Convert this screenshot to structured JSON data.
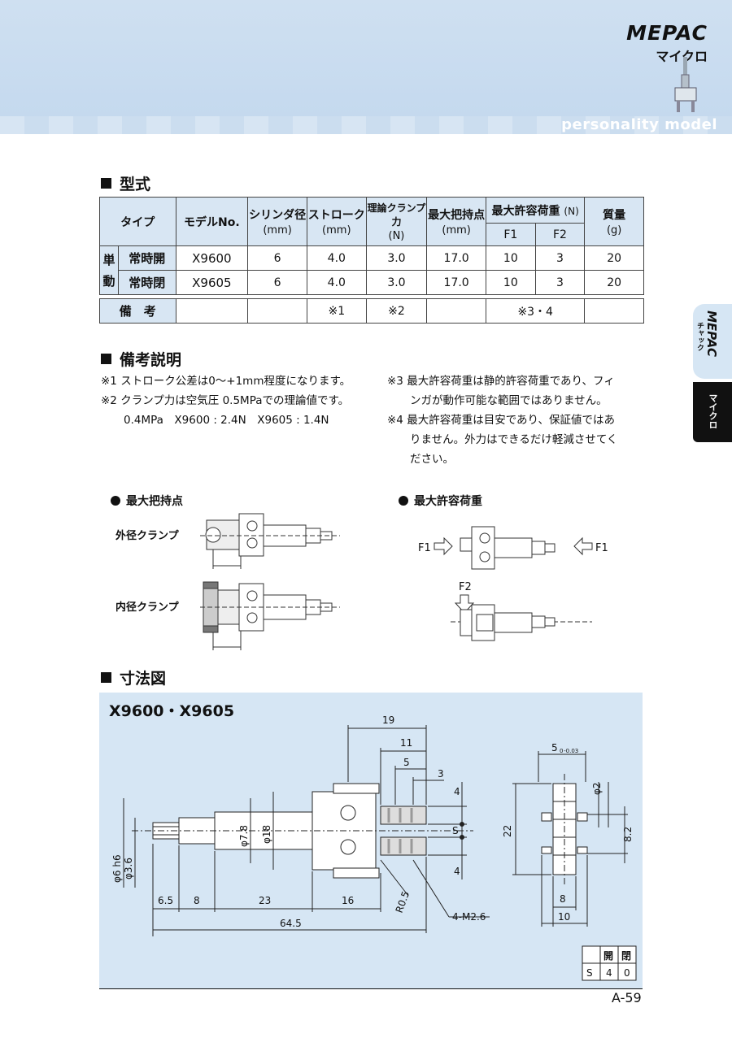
{
  "header": {
    "brand": "MEPAC",
    "brand_sub": "マイクロ",
    "tagline": "personality model"
  },
  "section_model": {
    "title": "型式"
  },
  "spec_table": {
    "headers": {
      "type": "タイプ",
      "model_no": "モデルNo.",
      "cylinder": "シリンダ径",
      "cylinder_unit": "(mm)",
      "stroke": "ストローク",
      "stroke_unit": "(mm)",
      "clamp_force": "理論クランプ力",
      "clamp_force_unit": "(N)",
      "max_grip": "最大把持点",
      "max_grip_unit": "(mm)",
      "max_load": "最大許容荷重",
      "max_load_unit": "(N)",
      "f1": "F1",
      "f2": "F2",
      "mass": "質量",
      "mass_unit": "(g)"
    },
    "group_label_1": "単",
    "group_label_2": "動",
    "rows": [
      {
        "type": "常時開",
        "model": "X9600",
        "cyl": "6",
        "stroke": "4.0",
        "force": "3.0",
        "grip": "17.0",
        "f1": "10",
        "f2": "3",
        "mass": "20"
      },
      {
        "type": "常時閉",
        "model": "X9605",
        "cyl": "6",
        "stroke": "4.0",
        "force": "3.0",
        "grip": "17.0",
        "f1": "10",
        "f2": "3",
        "mass": "20"
      }
    ],
    "remarks_row": {
      "label": "備　考",
      "stroke": "※1",
      "force": "※2",
      "load": "※3・4"
    }
  },
  "section_remarks": {
    "title": "備考説明"
  },
  "remarks_left": [
    "※1 ストローク公差は0～+1mm程度になります。",
    "※2 クランプ力は空気圧 0.5MPaでの理論値です。",
    "0.4MPa　X9600 : 2.4N　X9605 : 1.4N"
  ],
  "remarks_right": [
    "※3 最大許容荷重は静的許容荷重であり、フィ",
    "ンガが動作可能な範囲ではありません。",
    "※4 最大許容荷重は目安であり、保証値ではあ",
    "りません。外力はできるだけ軽減させてく",
    "ださい。"
  ],
  "diagrams": {
    "grip_title": "最大把持点",
    "outer_clamp": "外径クランプ",
    "inner_clamp": "内径クランプ",
    "load_title": "最大許容荷重",
    "f1": "F1",
    "f2": "F2"
  },
  "section_dims": {
    "title": "寸法図"
  },
  "dims": {
    "title": "X9600・X9605",
    "d19": "19",
    "d11": "11",
    "d5": "5",
    "d3": "3",
    "d4a": "4",
    "d4b": "4",
    "s": "S",
    "phi78": "φ7.8",
    "phi18": "φ18",
    "phi6h6": "φ6 h6",
    "phi36": "φ3.6",
    "d65": "6.5",
    "d8": "8",
    "d23": "23",
    "d16": "16",
    "d645": "64.5",
    "r05": "R0.5",
    "m26": "4-M2.6",
    "d5tol": "5",
    "tol": "0 -0.03",
    "d22": "22",
    "phi2": "φ2",
    "d82": "8.2",
    "d8b": "8",
    "d10": "10",
    "open_label": "開",
    "close_label": "閉",
    "s_label": "S",
    "open_val": "4",
    "close_val": "0"
  },
  "side_tabs": {
    "tab1_brand": "MEPAC",
    "tab1_sub": "チャック",
    "tab2": "マイクロ"
  },
  "page_number": "A-59"
}
